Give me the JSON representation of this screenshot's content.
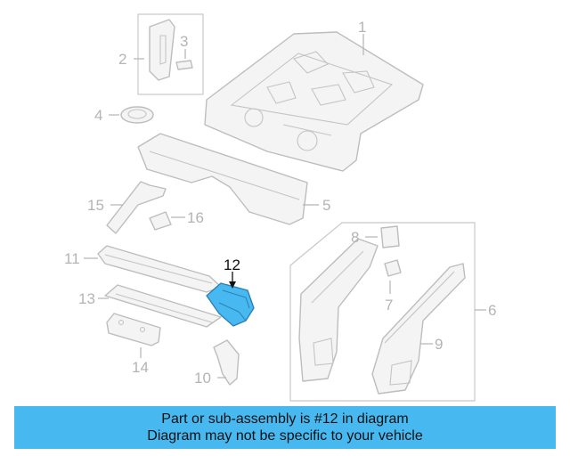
{
  "labels": {
    "l1": "1",
    "l2": "2",
    "l3": "3",
    "l4": "4",
    "l5": "5",
    "l6": "6",
    "l7": "7",
    "l8": "8",
    "l9": "9",
    "l10": "10",
    "l11": "11",
    "l12": "12",
    "l13": "13",
    "l14": "14",
    "l15": "15",
    "l16": "16"
  },
  "highlight_part": "12",
  "colors": {
    "highlight": "#47b8f0",
    "banner": "#47b8f0",
    "outline": "#bdbdbd",
    "label": "#b4b4b4"
  },
  "banner": {
    "line1": "Part or sub-assembly is #12 in diagram",
    "line2": "Diagram may not be specific to your vehicle"
  }
}
